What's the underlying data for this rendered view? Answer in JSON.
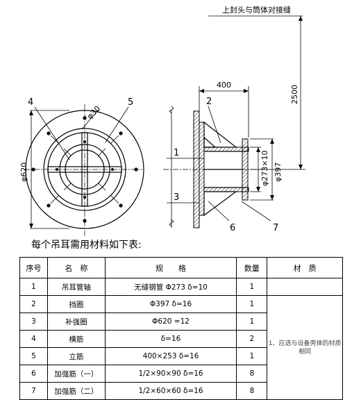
{
  "drawing": {
    "labels": {
      "seam": "上封头与筒体对接缝",
      "len_400": "400",
      "len_2500": "2500",
      "phi30": "φ30",
      "phi620": "φ620",
      "phi273": "φ273×10",
      "phi397": "φ397",
      "n1": "1",
      "n2": "2",
      "n3": "3",
      "n4": "4",
      "n5": "5",
      "n6": "6",
      "n7": "7"
    }
  },
  "table": {
    "caption": "每个吊耳需用材料如下表:",
    "headers": {
      "no": "序号",
      "name": "名　称",
      "spec": "规　　格",
      "qty": "数量",
      "material": "材　质"
    },
    "rows": [
      {
        "no": "1",
        "name": "吊耳管轴",
        "spec": "无缝钢管 Φ273  δ=10",
        "qty": "1"
      },
      {
        "no": "2",
        "name": "挡圈",
        "spec": "Φ397  δ=16",
        "qty": "1"
      },
      {
        "no": "3",
        "name": "补强圈",
        "spec": "Φ620  =12",
        "qty": "1"
      },
      {
        "no": "4",
        "name": "横筋",
        "spec": "δ=16",
        "qty": "2"
      },
      {
        "no": "5",
        "name": "立筋",
        "spec": "400×253  δ=16",
        "qty": "1"
      },
      {
        "no": "6",
        "name": "加强筋（一）",
        "spec": "1/2×90×90   δ=16",
        "qty": "8"
      },
      {
        "no": "7",
        "name": "加强筋（二）",
        "spec": "1/2×60×60   δ=16",
        "qty": "8"
      }
    ],
    "material_note": "1、应选与设备壳体的材质相同"
  }
}
